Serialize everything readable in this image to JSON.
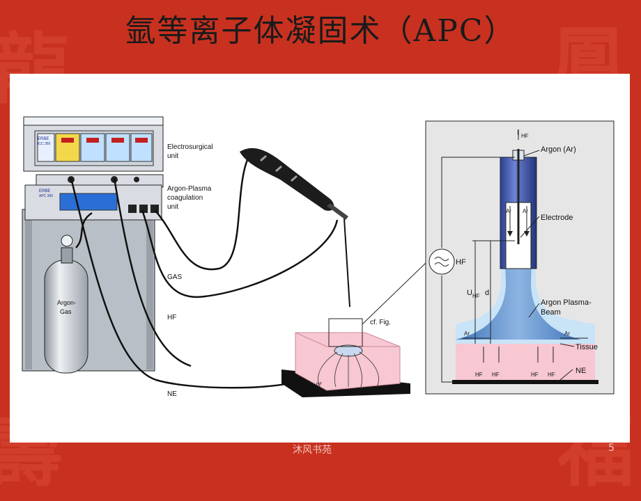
{
  "slide": {
    "title": "氩等离子体凝固术（APC）",
    "footer": "沐风书苑",
    "page_number": "5"
  },
  "left_diagram": {
    "labels": {
      "esu_brand": "ERBE",
      "esu_model": "ICC 350",
      "apc_brand": "ERBE",
      "apc_model": "APC 300",
      "electrosurgical_unit_1": "Electrosurgical",
      "electrosurgical_unit_2": "unit",
      "apc_unit_1": "Argon-Plasma",
      "apc_unit_2": "coagulation",
      "apc_unit_3": "unit",
      "gas": "GAS",
      "hf": "HF",
      "ne": "NE",
      "argon_gas_1": "Argon-",
      "argon_gas_2": "Gas",
      "cf_fig": "cf. Fig.",
      "tissue_hf": "HF"
    }
  },
  "right_diagram": {
    "labels": {
      "i_hf": "I",
      "i_hf_sub": "HF",
      "argon": "Argon (Ar)",
      "ar": "Ar",
      "electrode": "Electrode",
      "hf_source": "HF",
      "u_hf": "U",
      "u_hf_sub": "HF",
      "d": "d",
      "plasma_beam_1": "Argon Plasma-",
      "plasma_beam_2": "Beam",
      "tissue": "Tissue",
      "ne": "NE",
      "hf": "HF"
    }
  },
  "colors": {
    "background": "#c8311f",
    "panel": "#ffffff",
    "plasma": "#5b8fcf",
    "tissue": "#f7c7d2",
    "device": "#d9dde3"
  }
}
